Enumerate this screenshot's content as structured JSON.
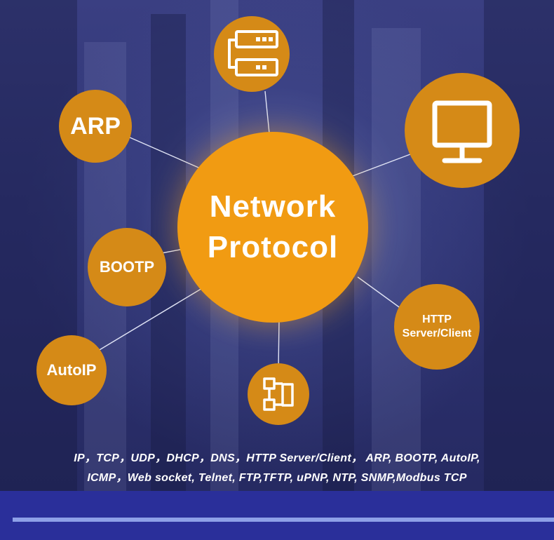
{
  "center": {
    "line1": "Network",
    "line2": "Protocol"
  },
  "nodes": {
    "arp": "ARP",
    "bootp": "BOOTP",
    "autoip": "AutoIP",
    "http_line1": "HTTP",
    "http_line2": "Server/Client"
  },
  "icons": [
    "server-stack-icon",
    "monitor-icon",
    "network-topology-icon"
  ],
  "protocol_list": {
    "line1": "IP，TCP，UDP，DHCP，DNS，HTTP Server/Client， ARP, BOOTP, AutoIP,",
    "line2": "ICMP，Web socket, Telnet, FTP,TFTP, uPNP, NTP, SNMP,Modbus TCP"
  },
  "colors": {
    "orange": "#d58a17",
    "center_orange": "#f19b12",
    "background": "#2e3373",
    "footer": "#2a2f9a"
  }
}
